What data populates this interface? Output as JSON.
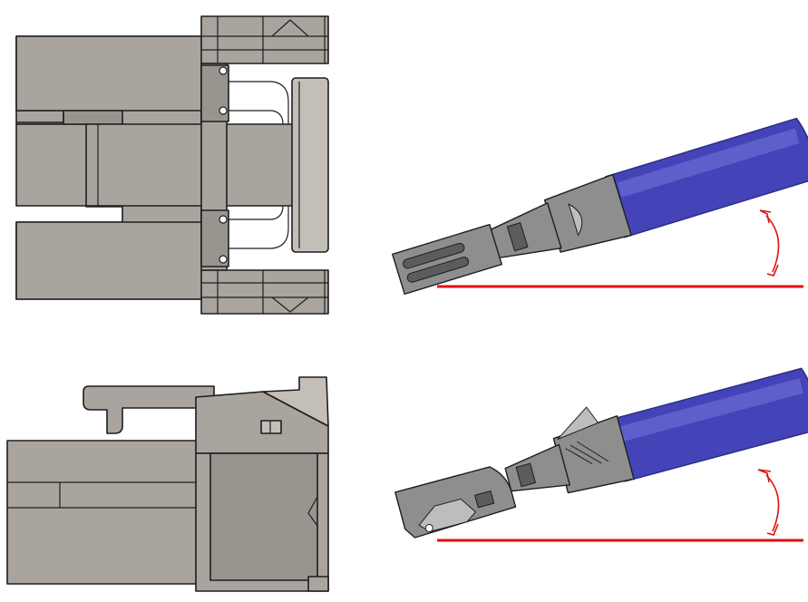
{
  "colors": {
    "background": "#ffffff",
    "housing_fill": "#aaa49f",
    "housing_shade": "#9a948f",
    "housing_light": "#c4beb9",
    "outline": "#1e1e1e",
    "cable_fill": "#4444b8",
    "cable_dark": "#2a2a80",
    "cable_light": "#7676dd",
    "terminal_fill": "#8e8e8e",
    "terminal_light": "#bdbdbd",
    "terminal_dark": "#5c5c5c",
    "reference_line": "#e01010",
    "angle_arrow": "#e01010"
  },
  "parts": [
    {
      "id": "connector-housing-top-view"
    },
    {
      "id": "terminal-cable-assembly-upper"
    },
    {
      "id": "connector-housing-side-view"
    },
    {
      "id": "terminal-cable-assembly-lower"
    }
  ]
}
